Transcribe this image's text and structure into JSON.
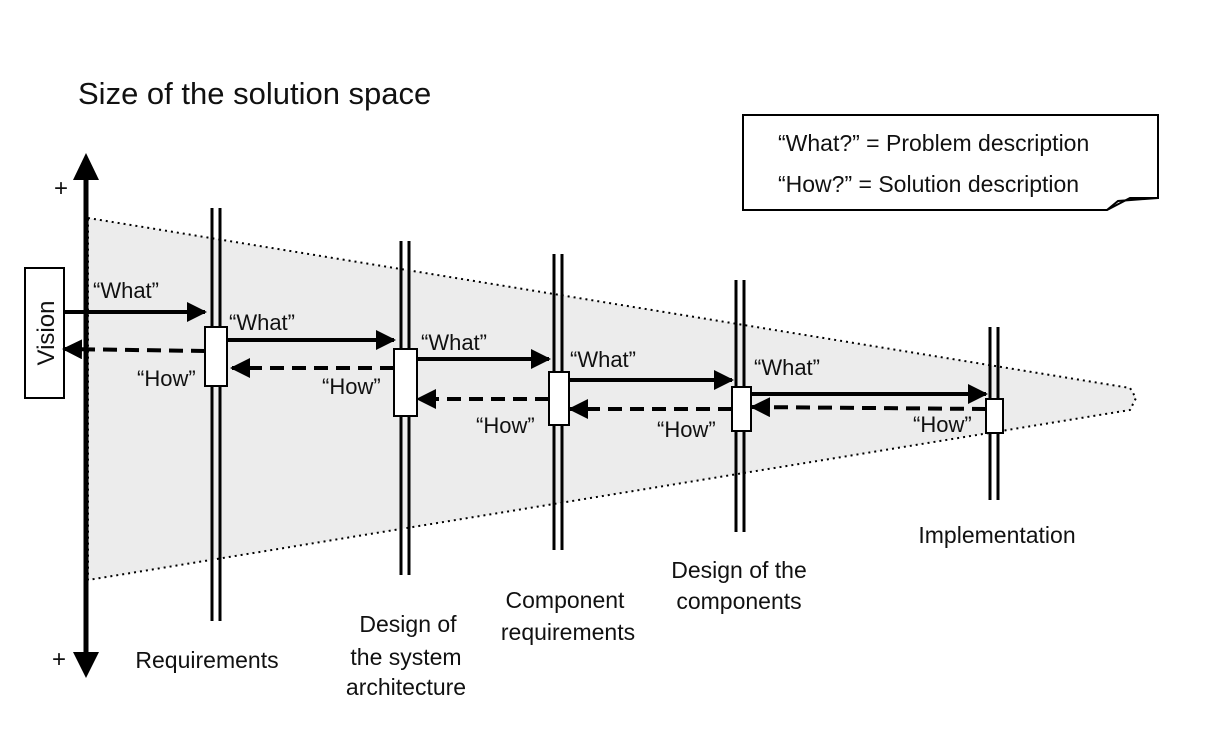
{
  "title": "Size of the solution space",
  "legend": {
    "line1": "“What?” = Problem description",
    "line2": "“How?” = Solution description"
  },
  "axis": {
    "top_sign": "+",
    "bottom_sign": "+"
  },
  "vision_label": "Vision",
  "stages": [
    {
      "lines": [
        "Requirements"
      ],
      "what_label": "“What”",
      "how_label": "“How”"
    },
    {
      "lines": [
        "Design of",
        "the system",
        "architecture"
      ],
      "what_label": "“What”",
      "how_label": "“How”"
    },
    {
      "lines": [
        "Component",
        "requirements"
      ],
      "what_label": "“What”",
      "how_label": "“How”"
    },
    {
      "lines": [
        "Design of the",
        "components"
      ],
      "what_label": "“What”",
      "how_label": "“How”"
    },
    {
      "lines": [
        "Implementation"
      ],
      "what_label": "“What”",
      "how_label": "“How”"
    }
  ],
  "colors": {
    "funnel_fill": "#ececec",
    "ink": "#000000",
    "box_fill": "#ffffff"
  }
}
